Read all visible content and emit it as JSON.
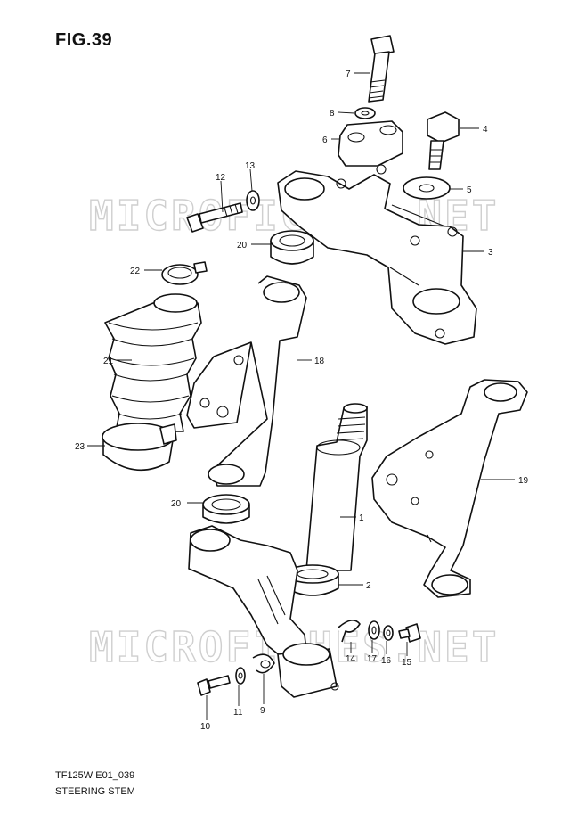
{
  "figure": {
    "title": "FIG.39"
  },
  "footer": {
    "model_code": "TF125W E01_039",
    "section_name": "STEERING STEM"
  },
  "watermark": {
    "text": "MICROFICHES.NET"
  },
  "callouts": {
    "p1": "1",
    "p2": "2",
    "p3": "3",
    "p4": "4",
    "p5": "5",
    "p6": "6",
    "p7": "7",
    "p8": "8",
    "p9": "9",
    "p10": "10",
    "p11": "11",
    "p12": "12",
    "p13": "13",
    "p14": "14",
    "p15": "15",
    "p16": "16",
    "p17": "17",
    "p18": "18",
    "p19": "19",
    "p20a": "20",
    "p20b": "20",
    "p21": "21",
    "p22": "22",
    "p23": "23"
  }
}
